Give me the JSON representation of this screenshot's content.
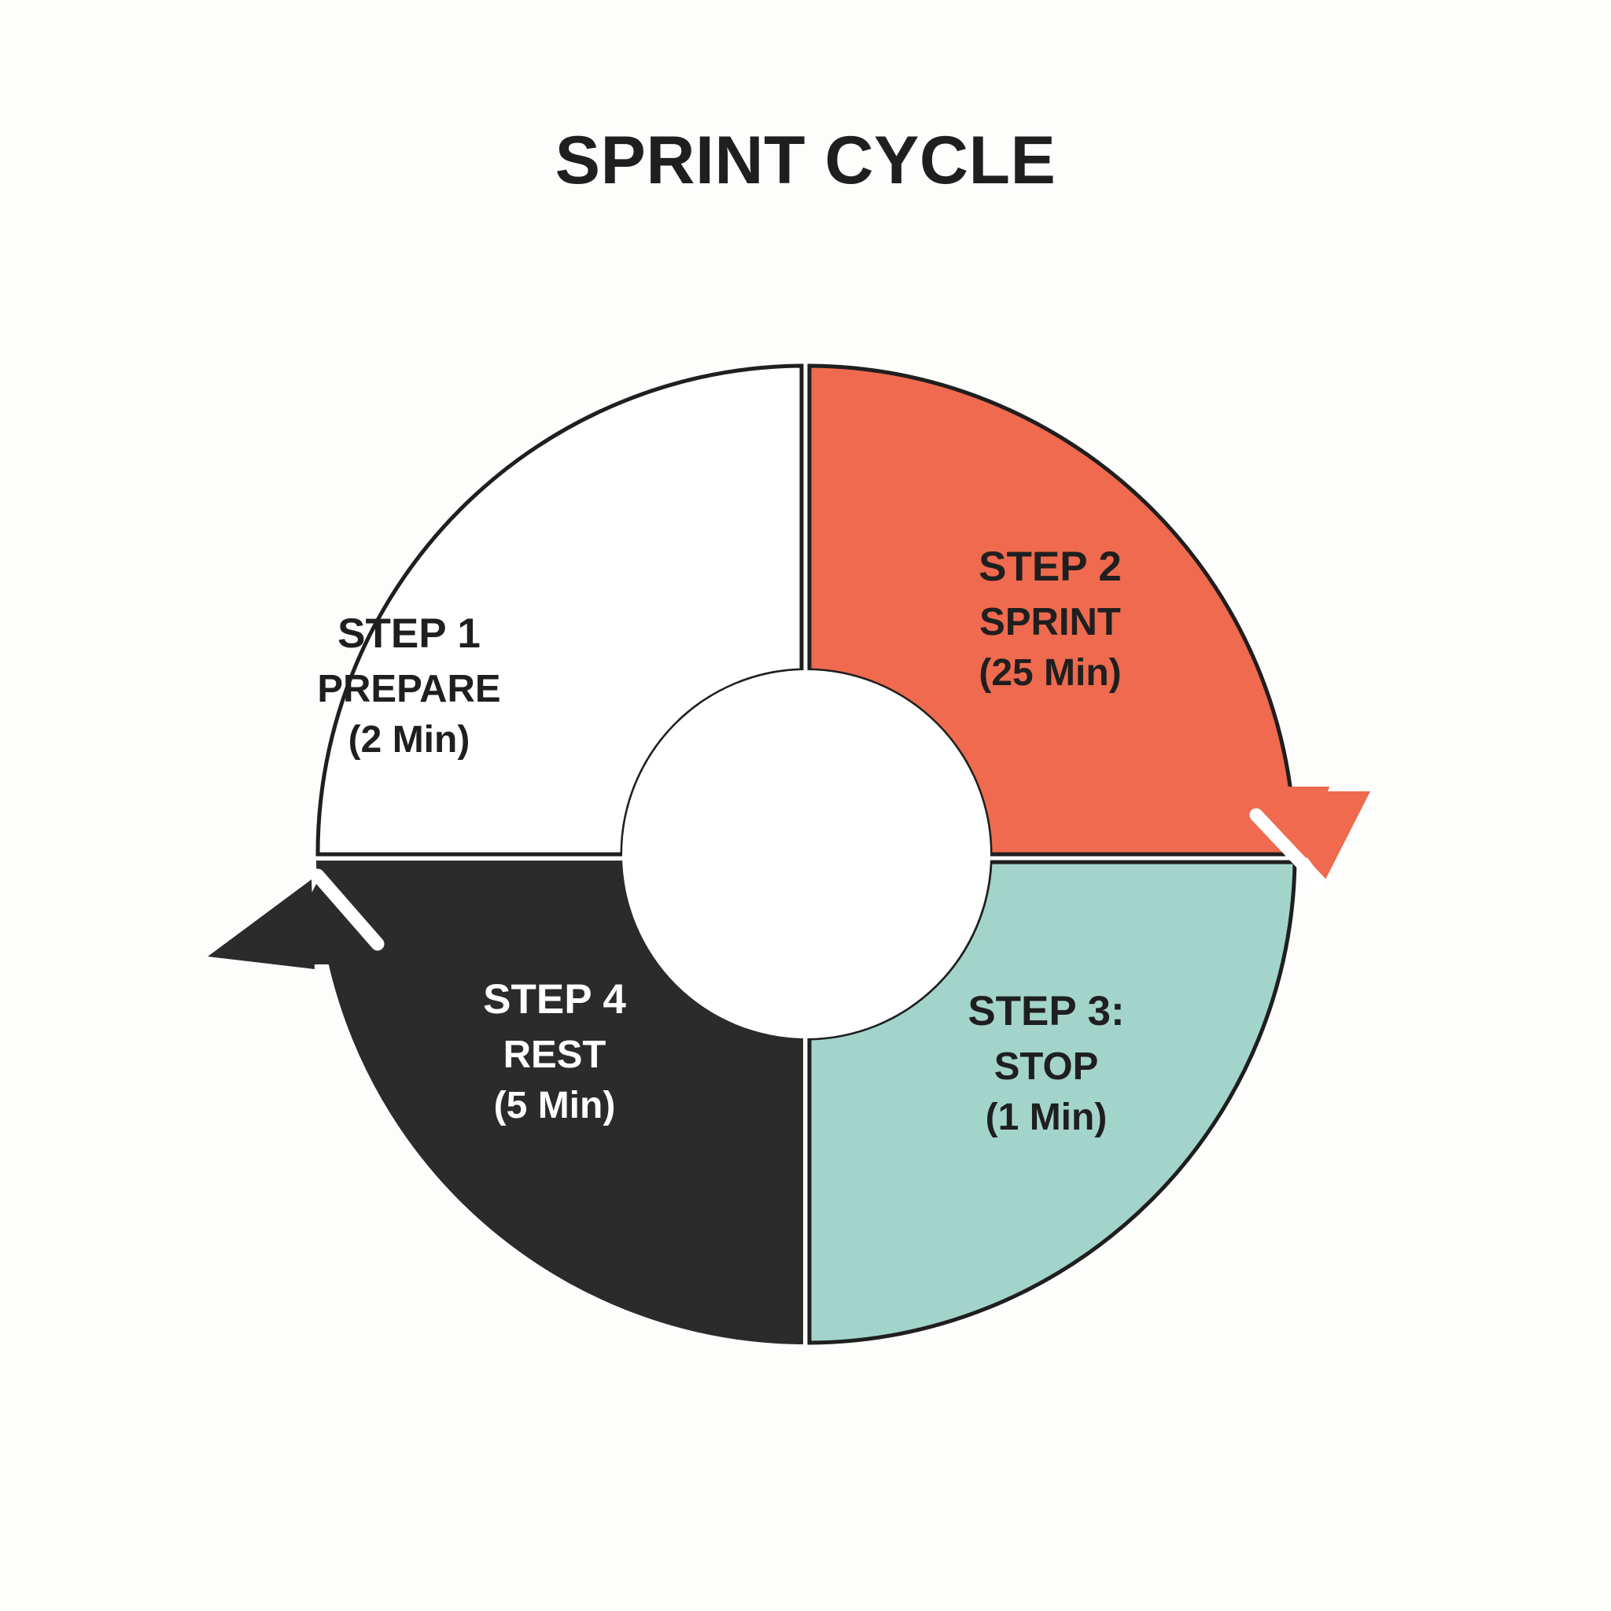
{
  "title": "SPRINT CYCLE",
  "chart_data": {
    "type": "pie",
    "title": "SPRINT CYCLE",
    "subtitle": "",
    "xlabel": "",
    "ylabel": "",
    "legend_position": "none",
    "grid": false,
    "note": "Donut diagram split into four equal quadrants; each quadrant is one step of the cycle. Flow runs clockwise from Step 1 (top-left) through Step 4 (bottom-left), with arrowheads at the Step 2 to Step 3 boundary (right) and at the Step 4 to Step 1 boundary (left).",
    "categories": [
      "STEP 1",
      "STEP 2",
      "STEP 3:",
      "STEP 4"
    ],
    "values": [
      25,
      25,
      25,
      25
    ],
    "durations_minutes": [
      2,
      25,
      1,
      5
    ],
    "colors": [
      "#ffffff",
      "#ef6a4e",
      "#a3d4ca",
      "#2b2b2b"
    ],
    "segments": [
      {
        "id": "step1",
        "heading": "STEP 1",
        "name": "PREPARE",
        "duration": "(2 Min)",
        "value": 25,
        "minutes": 2,
        "fill": "#ffffff",
        "text_color": "#1f1f1f",
        "quadrant": "top-left",
        "start_angle": 270,
        "end_angle": 360
      },
      {
        "id": "step2",
        "heading": "STEP 2",
        "name": "SPRINT",
        "duration": "(25 Min)",
        "value": 25,
        "minutes": 25,
        "fill": "#ef6a4e",
        "text_color": "#1f1f1f",
        "quadrant": "top-right",
        "start_angle": 0,
        "end_angle": 90
      },
      {
        "id": "step3",
        "heading": "STEP 3:",
        "name": "STOP",
        "duration": "(1 Min)",
        "value": 25,
        "minutes": 1,
        "fill": "#a3d4ca",
        "text_color": "#1f1f1f",
        "quadrant": "bottom-right",
        "start_angle": 90,
        "end_angle": 180
      },
      {
        "id": "step4",
        "heading": "STEP 4",
        "name": "REST",
        "duration": "(5 Min)",
        "value": 25,
        "minutes": 5,
        "fill": "#2b2b2b",
        "text_color": "#ffffff",
        "quadrant": "bottom-left",
        "start_angle": 180,
        "end_angle": 270
      }
    ],
    "arrows": [
      {
        "id": "arrow-step2-to-step3",
        "color": "#ef6a4e",
        "points_to": "STEP 3:"
      },
      {
        "id": "arrow-step4-to-step1",
        "color": "#2b2b2b",
        "points_to": "STEP 1"
      }
    ]
  },
  "colors": {
    "background": "#fdfdfc",
    "accent_orange": "#ef6a4e",
    "accent_teal": "#a3d4ca",
    "accent_dark": "#2b2b2b",
    "stroke": "#1f1f1f",
    "text_dark": "#1f1f1f",
    "text_light": "#ffffff"
  }
}
